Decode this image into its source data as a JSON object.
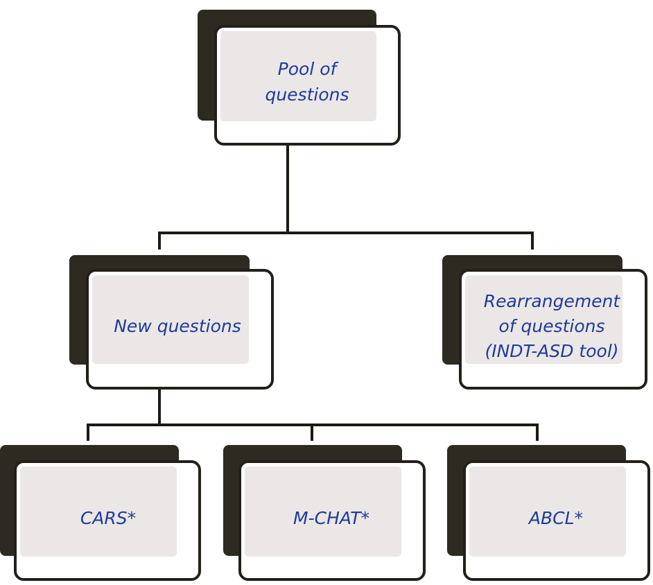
{
  "nodes": {
    "root": {
      "lines": [
        "Pool of",
        "questions"
      ]
    },
    "new_questions": {
      "lines": [
        "New questions"
      ]
    },
    "rearrangement": {
      "lines": [
        "Rearrangement",
        "of questions",
        "(INDT-ASD tool)"
      ]
    },
    "cars": {
      "lines": [
        "CARS*"
      ]
    },
    "mchat": {
      "lines": [
        "M-CHAT*"
      ]
    },
    "abcl": {
      "lines": [
        "ABCL*"
      ]
    }
  },
  "colors": {
    "shadow": "#2d2a22",
    "card_fill": "#eae7e6",
    "text": "#1f3a9a",
    "connector": "#1e1a14"
  }
}
